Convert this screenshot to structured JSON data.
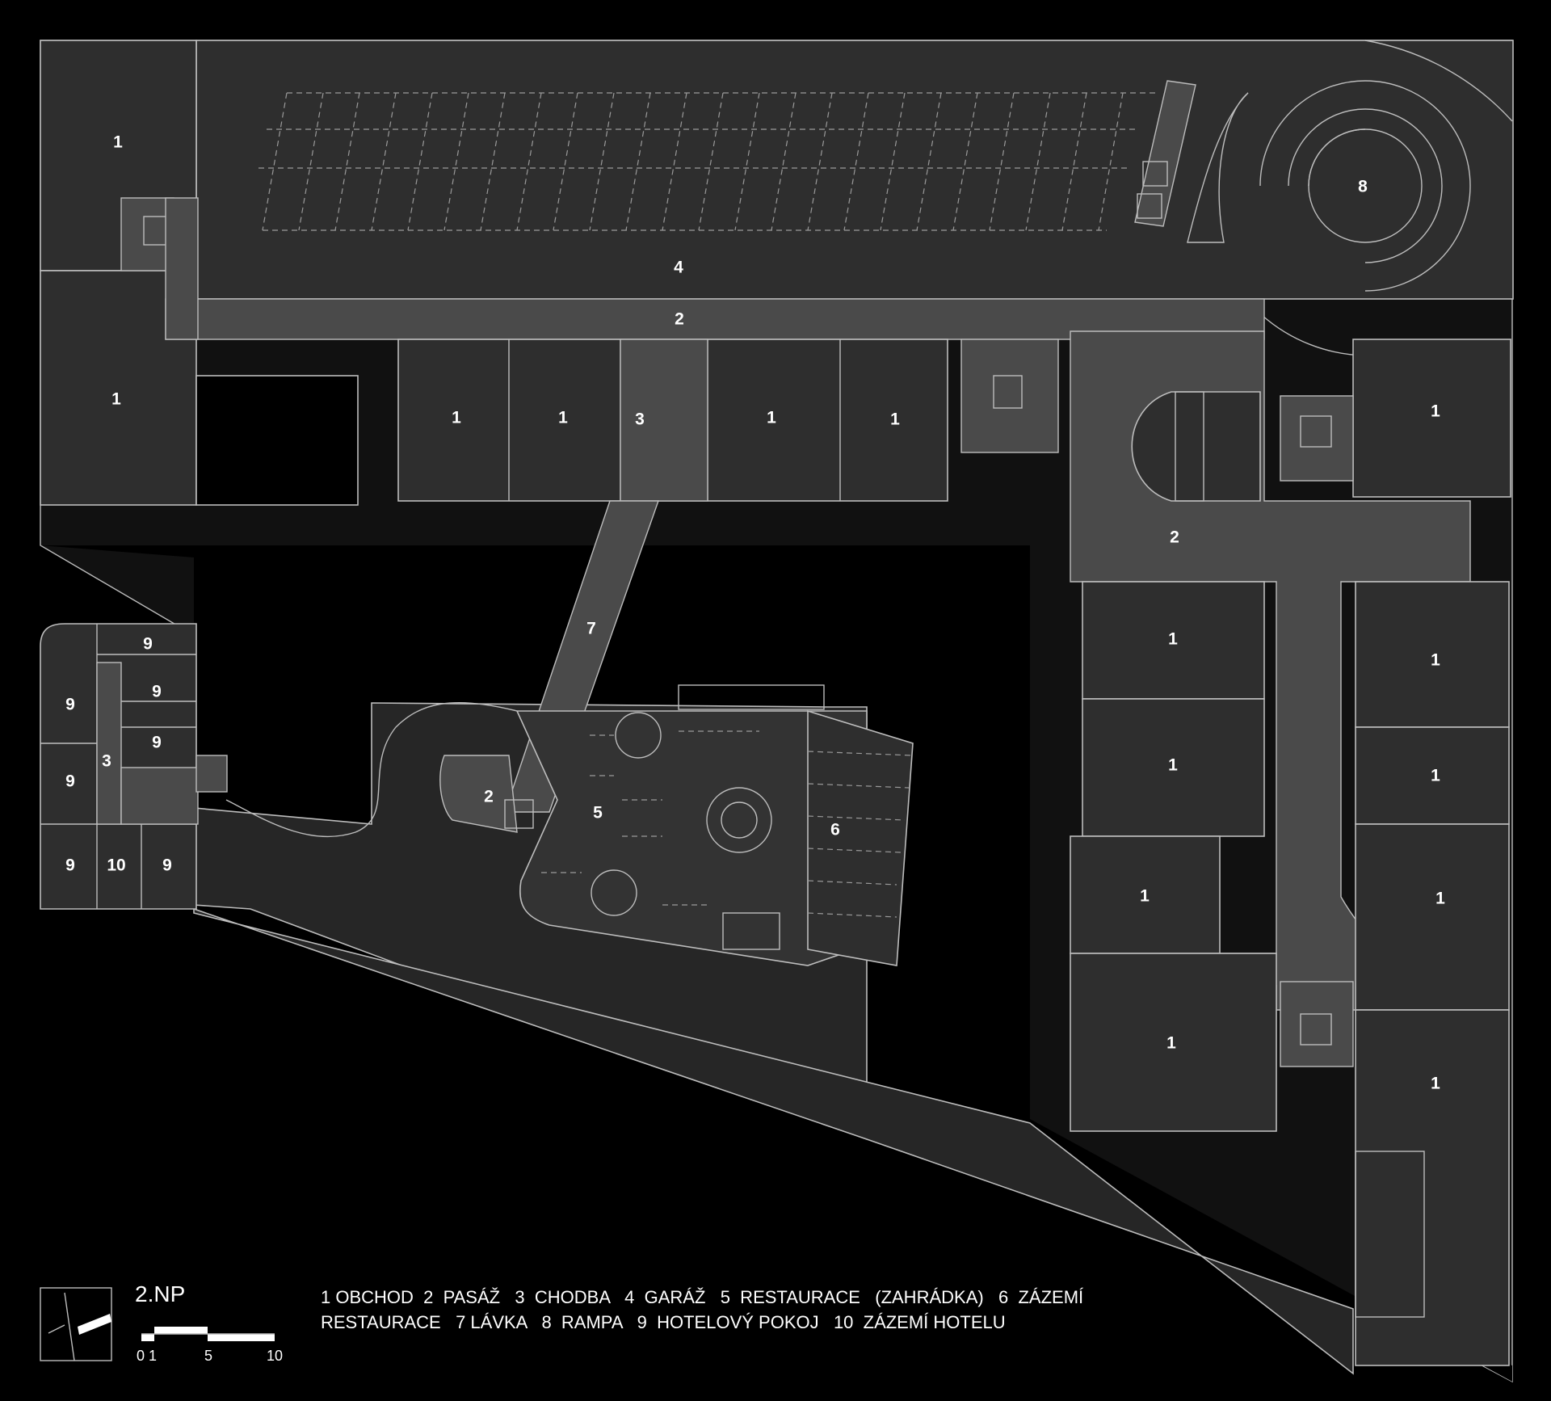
{
  "plan": {
    "title": "2.NP",
    "labels": {
      "r1a": "1",
      "r1b": "1",
      "r1c": "1",
      "r1d": "1",
      "r1e": "1",
      "r1f": "1",
      "r1g": "1",
      "r1h": "1",
      "r1i": "1",
      "r1j": "1",
      "r1k": "1",
      "r1l": "1",
      "r1m": "1",
      "r1n": "1",
      "r1o": "1",
      "r2a": "2",
      "r2b": "2",
      "r2c": "2",
      "r3a": "3",
      "r3b": "3",
      "r4": "4",
      "r5": "5",
      "r6": "6",
      "r7": "7",
      "r8": "8",
      "r9a": "9",
      "r9b": "9",
      "r9c": "9",
      "r9d": "9",
      "r9e": "9",
      "r9f": "9",
      "r9g": "9",
      "r10": "10"
    }
  },
  "legend": {
    "line1": "1 OBCHOD  2  PASÁŽ   3  CHODBA   4  GARÁŽ   5  RESTAURACE   (ZAHRÁDKA)   6  ZÁZEMÍ",
    "line2": "RESTAURACE   7 LÁVKA   8  RAMPA   9  HOTELOVÝ POKOJ   10  ZÁZEMÍ HOTELU"
  },
  "scale_bar": {
    "t0": "0",
    "t1": "1",
    "t5": "5",
    "t10": "10"
  }
}
